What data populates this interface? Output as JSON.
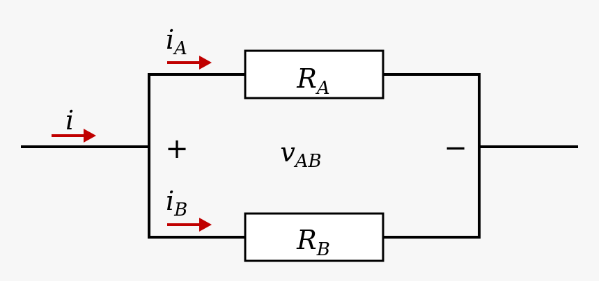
{
  "colors": {
    "background": "#f7f7f7",
    "wire": "#000000",
    "current_arrow": "#c00000",
    "resistor_fill": "#ffffff"
  },
  "current_total": {
    "symbol": "i"
  },
  "current_a": {
    "symbol": "i",
    "subscript": "A"
  },
  "current_b": {
    "symbol": "i",
    "subscript": "B"
  },
  "resistor_a": {
    "symbol": "R",
    "subscript": "A"
  },
  "resistor_b": {
    "symbol": "R",
    "subscript": "B"
  },
  "voltage": {
    "plus": "+",
    "symbol": "v",
    "subscript": "AB",
    "minus": "−"
  }
}
